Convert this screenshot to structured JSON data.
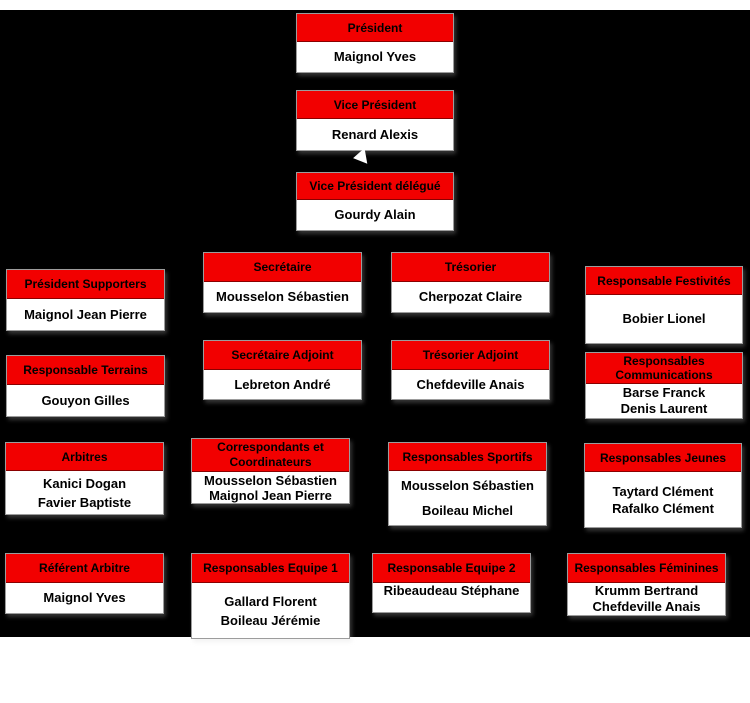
{
  "palette": {
    "canvas_background": "#000000",
    "page_background": "#ffffff",
    "header_background": "#f20000",
    "header_text": "#000000",
    "body_background": "#ffffff",
    "body_text": "#000000"
  },
  "org": {
    "president": {
      "title": "Président",
      "names": "Maignol Yves"
    },
    "vice_president": {
      "title": "Vice Président",
      "names": "Renard Alexis"
    },
    "vice_president_delegue": {
      "title": "Vice Président délégué",
      "names": "Gourdy Alain"
    },
    "cells": [
      {
        "title": "Président Supporters",
        "names": "Maignol Jean Pierre"
      },
      {
        "title": "Secrétaire",
        "names": "Mousselon Sébastien"
      },
      {
        "title": "Trésorier",
        "names": "Cherpozat Claire"
      },
      {
        "title": "Responsable Festivités",
        "names": "Bobier Lionel"
      },
      {
        "title": "Responsable Terrains",
        "names": "Gouyon Gilles"
      },
      {
        "title": "Secrétaire Adjoint",
        "names": "Lebreton André"
      },
      {
        "title": "Trésorier Adjoint",
        "names": "Chefdeville Anais"
      },
      {
        "title": "Responsables Communications",
        "names": "Barse Franck\nDenis Laurent"
      },
      {
        "title": "Arbitres",
        "names": "Kanici Dogan\nFavier Baptiste"
      },
      {
        "title": "Correspondants et Coordinateurs",
        "names": "Mousselon Sébastien\nMaignol Jean Pierre"
      },
      {
        "title": "Responsables Sportifs",
        "names": "Mousselon Sébastien\nBoileau Michel"
      },
      {
        "title": "Responsables Jeunes",
        "names": "Taytard Clément\nRafalko Clément"
      },
      {
        "title": "Référent Arbitre",
        "names": "Maignol Yves"
      },
      {
        "title": "Responsables Equipe 1",
        "names": "Gallard Florent\nBoileau Jérémie"
      },
      {
        "title": "Responsable Equipe 2",
        "names": "Ribeaudeau Stéphane"
      },
      {
        "title": "Responsables Féminines",
        "names": "Krumm Bertrand\nChefdeville Anais"
      }
    ]
  }
}
